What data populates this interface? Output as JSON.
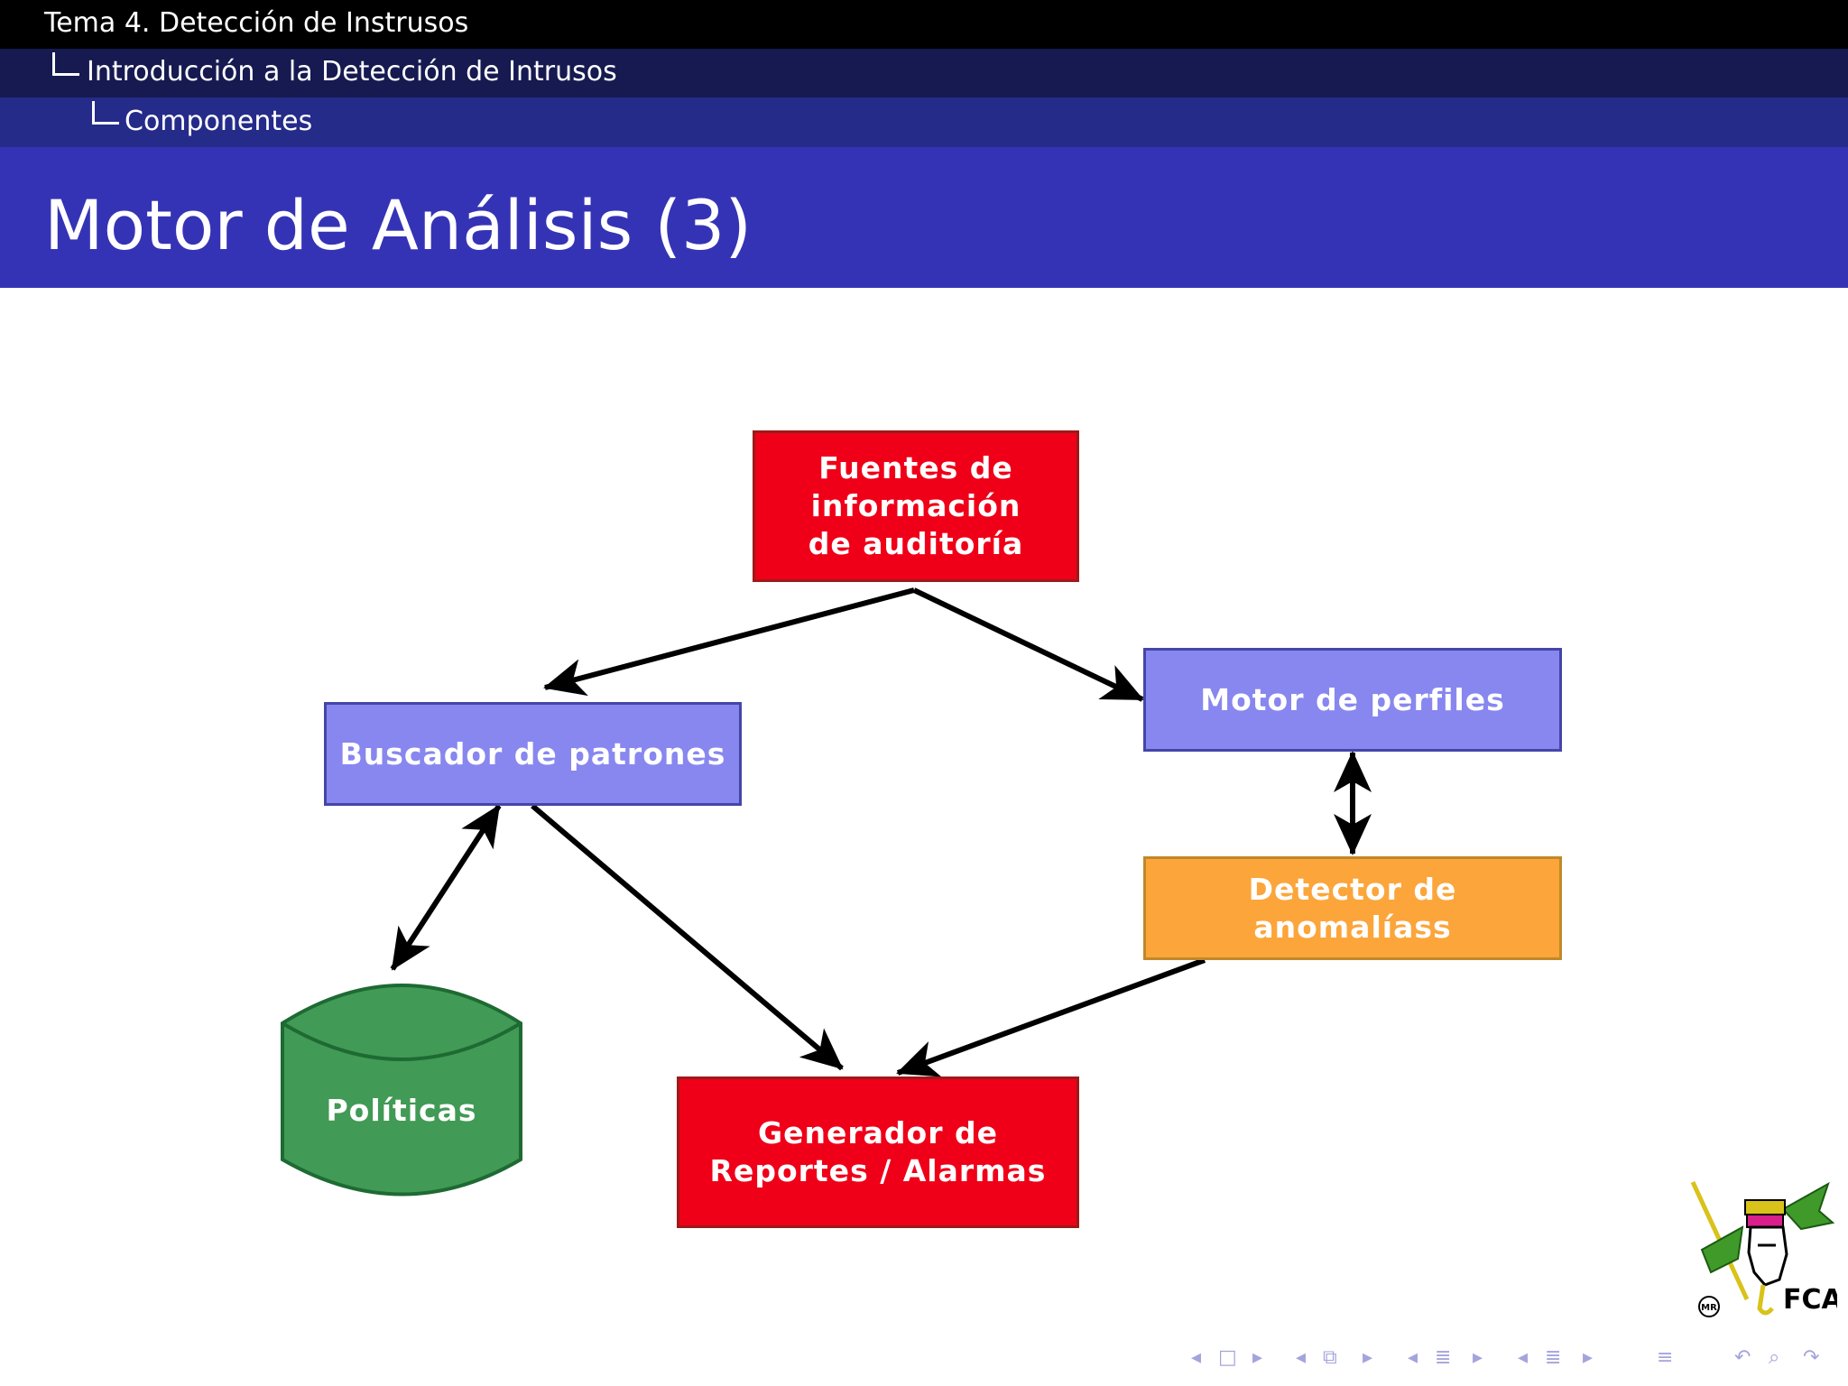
{
  "header": {
    "section": "Tema 4. Detección de Instrusos",
    "subsection": "Introducción a la Detección de Intrusos",
    "subsubsection": "Componentes"
  },
  "slide": {
    "title": "Motor de Análisis (3)"
  },
  "diagram": {
    "nodes": {
      "fuentes": "Fuentes de\ninformación\nde auditoría",
      "buscador": "Buscador de patrones",
      "motor": "Motor de perfiles",
      "detector": "Detector de anomalíass",
      "politicas": "Políticas",
      "generador": "Generador de\nReportes / Alarmas"
    },
    "colors": {
      "red": "#ef0018",
      "blue": "#8787ef",
      "orange": "#fca53a",
      "green": "#419a55"
    }
  },
  "logo": {
    "mark": "FCA",
    "badge": "MR"
  },
  "navigation": {
    "icons": [
      "nav-left-arrow",
      "frame-icon",
      "nav-right-arrow",
      "nav-left-arrow",
      "subsection-icon",
      "nav-right-arrow",
      "nav-left-arrow",
      "section-icon",
      "nav-right-arrow",
      "nav-left-arrow",
      "toc-icon",
      "nav-right-arrow",
      "align-icon",
      "undo-icon",
      "search-icon",
      "redo-icon"
    ]
  }
}
